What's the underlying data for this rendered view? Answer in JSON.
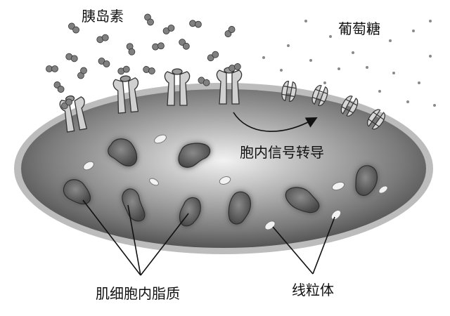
{
  "labels": {
    "insulin": "胰岛素",
    "glucose": "葡萄糖",
    "signal": "胞内信号转导",
    "lipid": "肌细胞内脂质",
    "mito": "线粒体"
  },
  "colors": {
    "background": "#ffffff",
    "cell_membrane": "#b4b4b4",
    "cytoplasm_center": "#e8e8e8",
    "cytoplasm_edge": "#555555",
    "lipid_droplet": "#6e6e6e",
    "mitochondrion": "#f2f2f2",
    "receptor": "#cfcfcf",
    "insulin_molecule": "#7f7f7f",
    "glucose_dot": "#8a8a8a",
    "line": "#111111"
  }
}
